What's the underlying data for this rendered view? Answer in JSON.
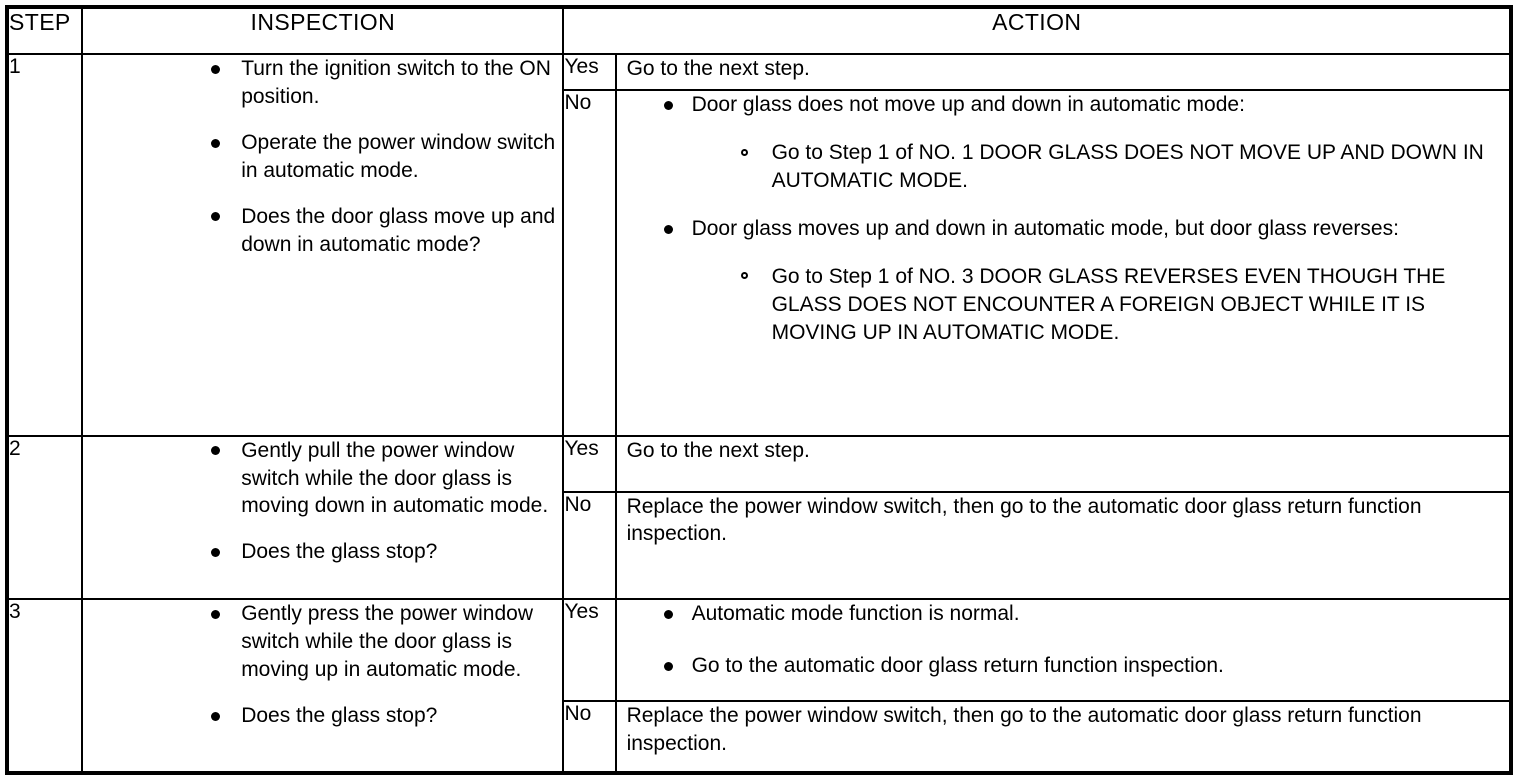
{
  "table": {
    "headers": {
      "step": "STEP",
      "inspection": "INSPECTION",
      "action": "ACTION"
    },
    "rows": [
      {
        "step": "1",
        "inspection_items": [
          "Turn the ignition switch to the ON position.",
          "Operate the power window switch in automatic mode.",
          "Does the door glass move up and down in automatic mode?"
        ],
        "results": [
          {
            "label": "Yes",
            "text": "Go to the next step.",
            "items": []
          },
          {
            "label": "No",
            "text": "",
            "items": [
              {
                "level": 1,
                "text": "Door glass does not move up and down in automatic mode:"
              },
              {
                "level": 2,
                "text": "Go to Step 1 of NO. 1 DOOR GLASS DOES NOT MOVE UP AND DOWN IN AUTOMATIC MODE."
              },
              {
                "level": 1,
                "text": "Door glass moves up and down in automatic mode, but door glass reverses:"
              },
              {
                "level": 2,
                "text": "Go to Step 1 of NO. 3 DOOR GLASS REVERSES EVEN THOUGH THE GLASS DOES NOT ENCOUNTER A FOREIGN OBJECT WHILE IT IS MOVING UP IN AUTOMATIC MODE."
              }
            ]
          }
        ]
      },
      {
        "step": "2",
        "inspection_items": [
          "Gently pull the power window switch while the door glass is moving down in automatic mode.",
          "Does the glass stop?"
        ],
        "results": [
          {
            "label": "Yes",
            "text": "Go to the next step.",
            "items": []
          },
          {
            "label": "No",
            "text": "Replace the power window switch, then go to the automatic door glass return function inspection.",
            "items": []
          }
        ]
      },
      {
        "step": "3",
        "inspection_items": [
          "Gently press the power window switch while the door glass is moving up in automatic mode.",
          "Does the glass stop?"
        ],
        "results": [
          {
            "label": "Yes",
            "text": "",
            "items": [
              {
                "level": 1,
                "text": "Automatic mode function is normal."
              },
              {
                "level": 1,
                "text": "Go to the automatic door glass return function inspection."
              }
            ]
          },
          {
            "label": "No",
            "text": "Replace the power window switch, then go to the automatic door glass return function inspection.",
            "items": []
          }
        ]
      }
    ]
  },
  "colors": {
    "border": "#000000",
    "text": "#000000",
    "background": "#ffffff"
  }
}
